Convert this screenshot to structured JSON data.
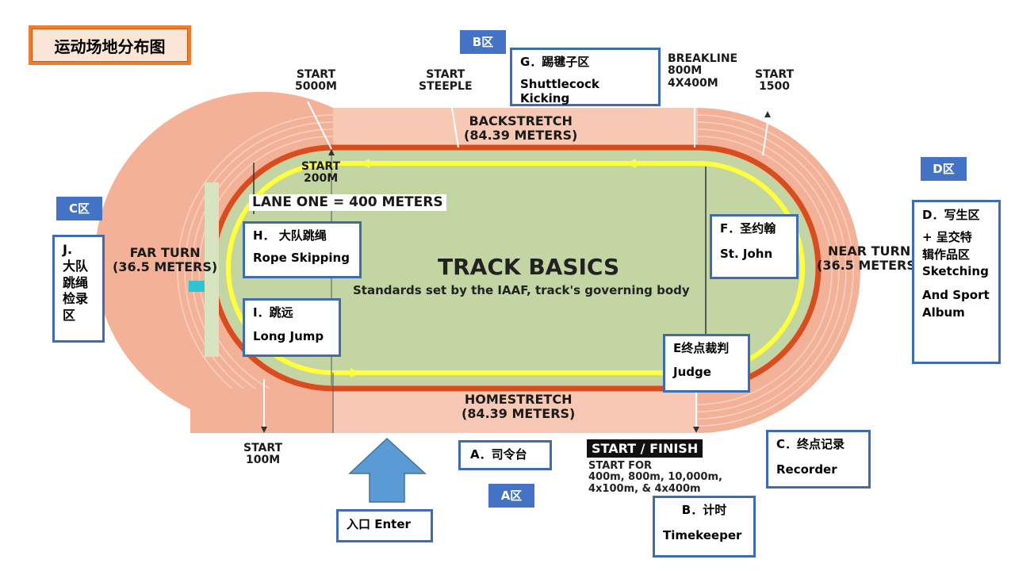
{
  "title": "运动场地分布图",
  "colors": {
    "track_outer": "#f4b49a",
    "track_lane": "#ee9b7b",
    "track_inner_line": "#e15a2a",
    "field": "#c5d6a5",
    "yellow_line": "#ffff3c",
    "box_border": "#3f6bb3",
    "zone_fill": "#4472c4",
    "title_fill": "#ed7d31",
    "enter_arrow": "#5b9bd5"
  },
  "track": {
    "backstretch": "BACKSTRETCH",
    "backstretch_len": "(84.39 METERS)",
    "homestretch": "HOMESTRETCH",
    "homestretch_len": "(84.39 METERS)",
    "far_turn": "FAR TURN",
    "far_turn_len": "(36.5 METERS)",
    "near_turn": "NEAR TURN",
    "near_turn_len": "(36.5 METERS)",
    "lane_one": "LANE ONE = 400 METERS",
    "basics_title": "TRACK BASICS",
    "basics_sub": "Standards set by the IAAF, track's governing body",
    "start_5000": [
      "START",
      "5000M"
    ],
    "start_steeple": [
      "START",
      "STEEPLE"
    ],
    "breakline": [
      "BREAKLINE",
      "800M",
      "4X400M"
    ],
    "start_1500": [
      "START",
      "1500"
    ],
    "start_200": [
      "START",
      "200M"
    ],
    "start_100": [
      "START",
      "100M"
    ],
    "start_finish": "START / FINISH",
    "start_for": [
      "START FOR",
      "400m, 800m, 10,000m,",
      "4x100m, & 4x400m"
    ]
  },
  "zones": {
    "a": "A区",
    "b": "B区",
    "c": "C区",
    "d": "D区"
  },
  "boxes": {
    "g": [
      "G．踢毽子区",
      "Shuttlecock Kicking"
    ],
    "h": [
      "H．  大队跳绳",
      "Rope Skipping"
    ],
    "i": [
      "I．跳远",
      "Long Jump"
    ],
    "f": [
      "F．圣约翰",
      "St. John"
    ],
    "e": [
      "E终点裁判",
      "Judge"
    ],
    "j": [
      "J.",
      "大队",
      "跳绳",
      "检录",
      "区"
    ],
    "d": [
      "D．写生区",
      "+ 呈交特",
      "辑作品区",
      "Sketching",
      "And Sport",
      "Album"
    ],
    "c": [
      "C．终点记录",
      "Recorder"
    ],
    "a": "A．司令台",
    "b": [
      "B．计时",
      "Timekeeper"
    ],
    "enter": "入口 Enter"
  }
}
